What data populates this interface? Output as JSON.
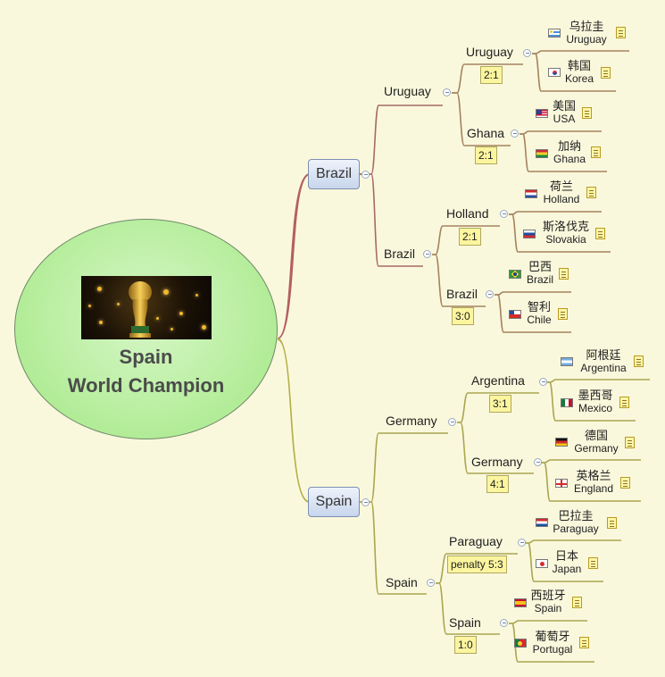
{
  "root": {
    "title_line1": "Spain",
    "title_line2": "World Champion",
    "image": "world-cup-trophy"
  },
  "colors": {
    "brazil_branch": "#b35f63",
    "spain_branch": "#b4b04a",
    "line": "#9c7d58",
    "score_bg": "#fbf59f"
  },
  "branches": {
    "brazil": {
      "label": "Brazil"
    },
    "spain": {
      "label": "Spain"
    }
  },
  "matches": {
    "uruguay_qf": {
      "label": "Uruguay"
    },
    "uruguay_r16": {
      "label": "Uruguay",
      "score": "2:1"
    },
    "ghana_r16": {
      "label": "Ghana",
      "score": "2:1"
    },
    "brazil_qf": {
      "label": "Brazil"
    },
    "holland_r16": {
      "label": "Holland",
      "score": "2:1"
    },
    "brazil_r16": {
      "label": "Brazil",
      "score": "3:0"
    },
    "germany_qf": {
      "label": "Germany"
    },
    "argentina_r16": {
      "label": "Argentina",
      "score": "3:1"
    },
    "germany_r16": {
      "label": "Germany",
      "score": "4:1"
    },
    "spain_qf": {
      "label": "Spain"
    },
    "paraguay_r16": {
      "label": "Paraguay",
      "score": "penalty 5:3"
    },
    "spain_r16": {
      "label": "Spain",
      "score": "1:0"
    }
  },
  "teams": {
    "uruguay": {
      "cn": "乌拉圭",
      "en": "Uruguay",
      "flag": "uruguay-flag"
    },
    "korea": {
      "cn": "韩国",
      "en": "Korea",
      "flag": "korea-flag"
    },
    "usa": {
      "cn": "美国",
      "en": "USA",
      "flag": "usa-flag"
    },
    "ghana": {
      "cn": "加纳",
      "en": "Ghana",
      "flag": "ghana-flag"
    },
    "holland": {
      "cn": "荷兰",
      "en": "Holland",
      "flag": "netherlands-flag"
    },
    "slovakia": {
      "cn": "斯洛伐克",
      "en": "Slovakia",
      "flag": "slovakia-flag"
    },
    "brazil": {
      "cn": "巴西",
      "en": "Brazil",
      "flag": "brazil-flag"
    },
    "chile": {
      "cn": "智利",
      "en": "Chile",
      "flag": "chile-flag"
    },
    "argentina": {
      "cn": "阿根廷",
      "en": "Argentina",
      "flag": "argentina-flag"
    },
    "mexico": {
      "cn": "墨西哥",
      "en": "Mexico",
      "flag": "mexico-flag"
    },
    "germany": {
      "cn": "德国",
      "en": "Germany",
      "flag": "germany-flag"
    },
    "england": {
      "cn": "英格兰",
      "en": "England",
      "flag": "england-flag"
    },
    "paraguay": {
      "cn": "巴拉圭",
      "en": "Paraguay",
      "flag": "paraguay-flag"
    },
    "japan": {
      "cn": "日本",
      "en": "Japan",
      "flag": "japan-flag"
    },
    "spain": {
      "cn": "西班牙",
      "en": "Spain",
      "flag": "spain-flag"
    },
    "portugal": {
      "cn": "葡萄牙",
      "en": "Portugal",
      "flag": "portugal-flag"
    }
  }
}
